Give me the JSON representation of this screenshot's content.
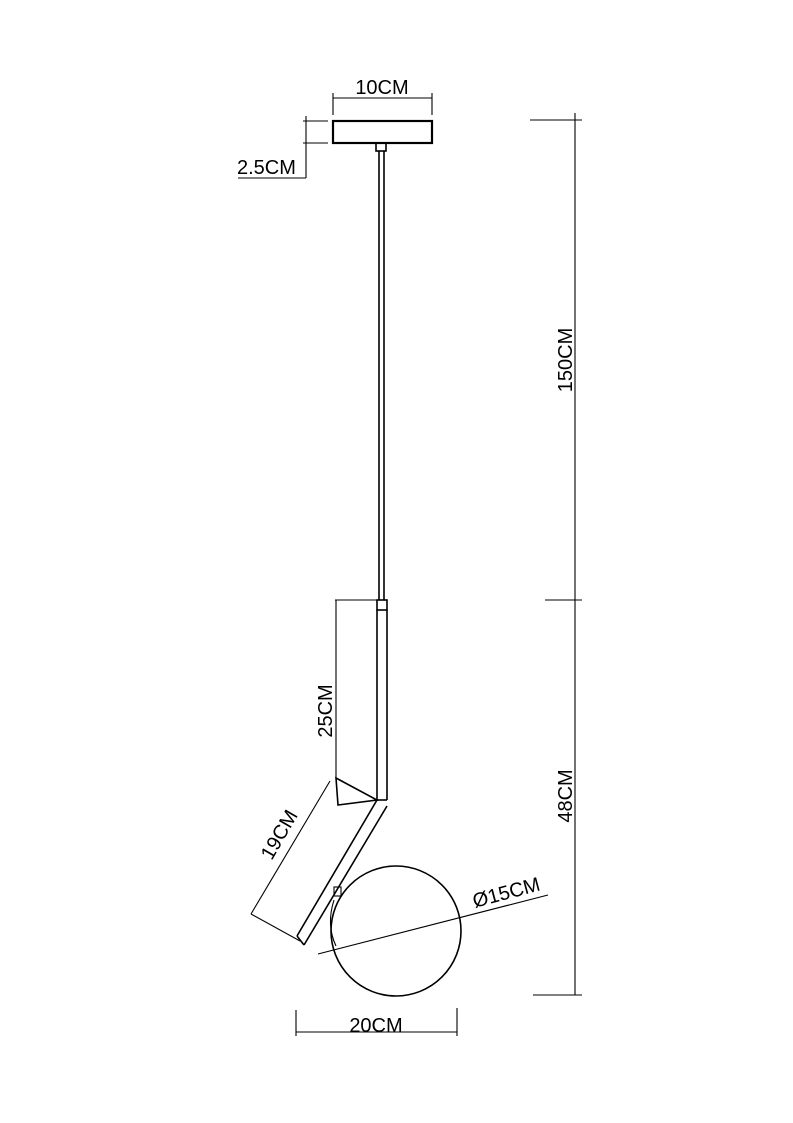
{
  "dimensions": {
    "canopy_width": "10CM",
    "canopy_height": "2.5CM",
    "cable_length": "150CM",
    "arm_upper": "25CM",
    "arm_lower": "19CM",
    "fixture_height": "48CM",
    "globe_diameter": "Ø15CM",
    "overall_width": "20CM"
  }
}
